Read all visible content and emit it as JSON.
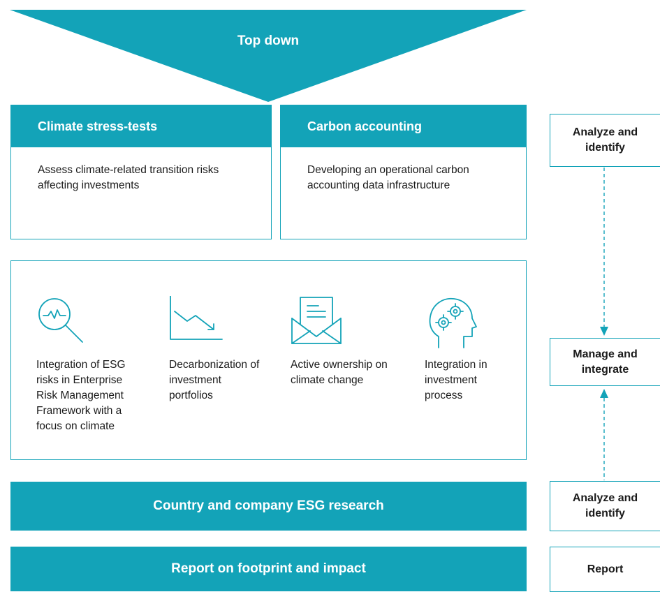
{
  "top_down": {
    "label": "Top down"
  },
  "cards": [
    {
      "title": "Climate stress-tests",
      "body": "Assess climate-related transition risks affecting investments"
    },
    {
      "title": "Carbon accounting",
      "body": "Developing an operational carbon accounting data infrastructure"
    }
  ],
  "integration_items": [
    {
      "icon": "magnifier-chart-icon",
      "label": "Integration of ESG risks in Enterprise Risk Management Framework with a focus on climate"
    },
    {
      "icon": "declining-chart-icon",
      "label": "Decarbonization of investment portfolios"
    },
    {
      "icon": "open-envelope-icon",
      "label": "Active ownership on climate change"
    },
    {
      "icon": "head-gears-icon",
      "label": "Integration in investment process"
    }
  ],
  "bars": {
    "research": "Country and company ESG research",
    "report": "Report on footprint and impact"
  },
  "side_labels": {
    "analyze_top": "Analyze and identify",
    "manage": "Manage and integrate",
    "analyze_bottom": "Analyze and identify",
    "report": "Report"
  },
  "colors": {
    "accent": "#13a3b8",
    "text": "#1a1a1a",
    "background": "#ffffff"
  }
}
